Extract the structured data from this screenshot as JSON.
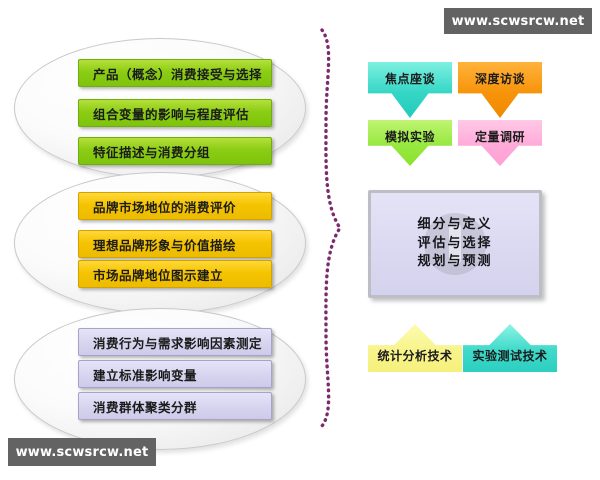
{
  "watermarks": {
    "top": "www.scwsrcw.net",
    "bottom": "www.scwsrcw.net"
  },
  "colors": {
    "green": "#8ccd14",
    "yellow": "#f5c400",
    "purple": "#d8d5f0",
    "cyan": "#35d6c6",
    "orange": "#f7930a",
    "light_green": "#97e83f",
    "pink": "#ffaad9",
    "light_yellow": "#f8f48c",
    "brace": "#7b2a6e",
    "watermark_bg": "#636363"
  },
  "left_column": {
    "groups": [
      {
        "name": "product-concept-group",
        "color": "green",
        "items": [
          "产品（概念）消费接受与选择",
          "组合变量的影响与程度评估",
          "特征描述与消费分组"
        ]
      },
      {
        "name": "brand-position-group",
        "color": "yellow",
        "items": [
          "品牌市场地位的消费评价",
          "理想品牌形象与价值描绘",
          "市场品牌地位图示建立"
        ]
      },
      {
        "name": "consumer-behavior-group",
        "color": "purple",
        "items": [
          "消费行为与需求影响因素测定",
          "建立标准影响变量",
          "消费群体聚类分群"
        ]
      }
    ]
  },
  "right_column": {
    "top_methods": [
      {
        "name": "focus-group",
        "label": "焦点座谈",
        "color": "cyan"
      },
      {
        "name": "in-depth-interview",
        "label": "深度访谈",
        "color": "orange"
      },
      {
        "name": "simulation-experiment",
        "label": "模拟实验",
        "color": "light_green"
      },
      {
        "name": "quantitative-research",
        "label": "定量调研",
        "color": "pink"
      }
    ],
    "center_panel": {
      "name": "segmentation-core",
      "lines": [
        "细分与定义",
        "评估与选择",
        "规划与预测"
      ]
    },
    "bottom_techniques": [
      {
        "name": "statistical-analysis",
        "label": "统计分析技术",
        "color": "light_yellow"
      },
      {
        "name": "experimental-testing",
        "label": "实验测试技术",
        "color": "cyan"
      }
    ]
  }
}
